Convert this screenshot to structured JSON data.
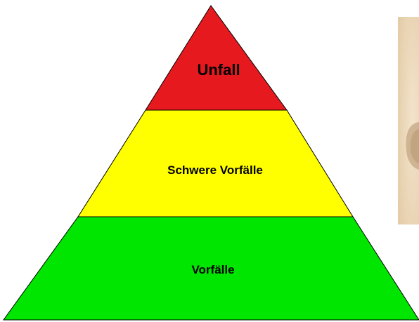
{
  "pyramid": {
    "tiers": [
      {
        "label": "Unfall",
        "color": "#e6191f"
      },
      {
        "label": "Schwere Vorfälle",
        "color": "#ffff00"
      },
      {
        "label": "Vorfälle",
        "color": "#00e600"
      }
    ],
    "outline_color": "#000000"
  },
  "photo": {
    "icon": "sepia-portrait-photo-icon",
    "background_color": "#efdcbf",
    "figure_color": "#c9ad89"
  }
}
